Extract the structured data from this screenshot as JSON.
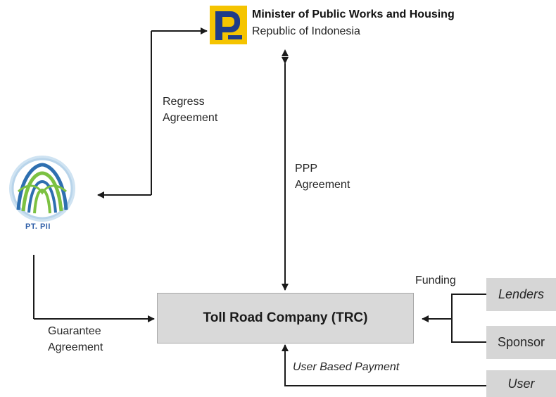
{
  "ministry": {
    "title": "Minister of Public Works and Housing",
    "subtitle": "Republic of Indonesia"
  },
  "pii": {
    "label": "PT. PII"
  },
  "trc": {
    "label": "Toll Road Company (TRC)"
  },
  "edges": {
    "regress": [
      "Regress",
      "Agreement"
    ],
    "ppp": [
      "PPP",
      "Agreement"
    ],
    "guarantee": [
      "Guarantee",
      "Agreement"
    ],
    "funding": "Funding",
    "user_payment": "User Based Payment"
  },
  "side_boxes": {
    "lenders": "Lenders",
    "sponsor": "Sponsor",
    "user": "User"
  },
  "colors": {
    "line": "#1a1a1a",
    "box_fill": "#d9d9d9",
    "ministry_logo_blue": "#1f3c88",
    "ministry_logo_yellow": "#f5c400",
    "pii_blue": "#2e6fb0",
    "pii_green": "#7cc142"
  }
}
